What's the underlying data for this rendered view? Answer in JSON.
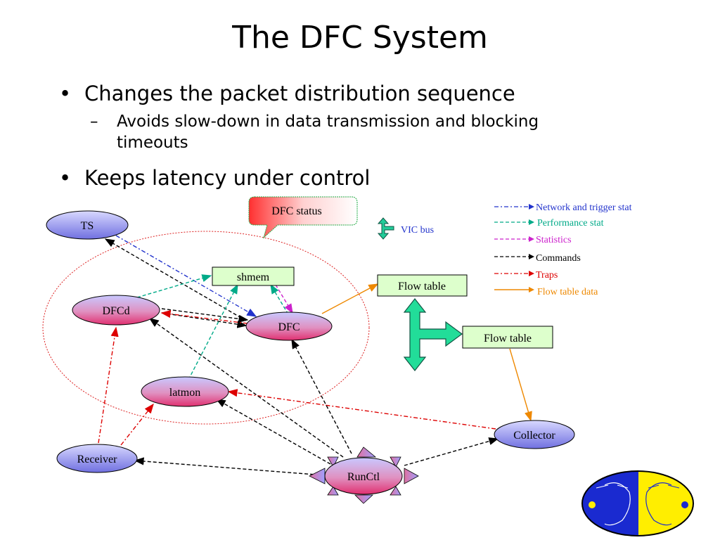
{
  "slide": {
    "title": "The DFC System",
    "bullets": [
      {
        "text": "Changes the packet distribution sequence",
        "sub": [
          "Avoids slow-down in data transmission and blocking timeouts"
        ]
      },
      {
        "text": "Keeps latency under control",
        "sub": []
      }
    ]
  },
  "diagram": {
    "nodes": {
      "ts": "TS",
      "dfcd": "DFCd",
      "dfc": "DFC",
      "latmon": "latmon",
      "receiver": "Receiver",
      "runctl": "RunCtl",
      "collector": "Collector",
      "shmem": "shmem",
      "flow_table_1": "Flow table",
      "flow_table_2": "Flow table"
    },
    "callout": "DFC status",
    "vic_bus": "VIC bus",
    "legend": [
      {
        "label": "Network and trigger stat",
        "color": "#2233cc",
        "style": "dash-dot"
      },
      {
        "label": "Performance stat",
        "color": "#00aa88",
        "style": "dashed"
      },
      {
        "label": "Statistics",
        "color": "#cc22cc",
        "style": "dashed"
      },
      {
        "label": "Commands",
        "color": "#000000",
        "style": "dashed"
      },
      {
        "label": "Traps",
        "color": "#dd0000",
        "style": "dash-dot"
      },
      {
        "label": "Flow table data",
        "color": "#ee8800",
        "style": "solid"
      }
    ]
  }
}
